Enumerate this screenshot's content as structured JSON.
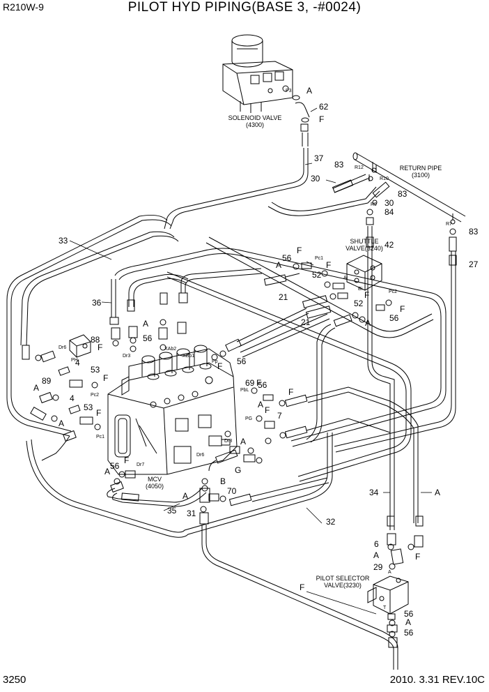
{
  "header": {
    "model": "R210W-9",
    "title": "PILOT HYD PIPING(BASE 3, -#0024)"
  },
  "footer": {
    "page": "3250",
    "revision": "2010. 3.31  REV.10C"
  },
  "components": {
    "solenoid_valve": [
      "SOLENOID VALVE",
      "(4300)"
    ],
    "return_pipe": [
      "RETURN PIPE",
      "(3100)"
    ],
    "shuttle_valve": [
      "SHUTTLE",
      "VALVE(3240)"
    ],
    "mcv": [
      "MCV",
      "(4050)"
    ],
    "pilot_selector_valve": [
      "PILOT SELECTOR",
      "VALVE(3230)"
    ]
  },
  "callouts": [
    "A",
    "62",
    "F",
    "37",
    "83",
    "30",
    "83",
    "30",
    "84",
    "42",
    "83",
    "27",
    "33",
    "56",
    "F",
    "A",
    "52",
    "F",
    "52",
    "F",
    "21",
    "21",
    "A",
    "56",
    "F",
    "36",
    "A",
    "56",
    "88",
    "F",
    "56",
    "F",
    "4",
    "53",
    "F",
    "89",
    "A",
    "4",
    "53",
    "F",
    "A",
    "56",
    "F",
    "F",
    "A",
    "56",
    "F",
    "69",
    "F",
    "A",
    "7",
    "A",
    "G",
    "B",
    "70",
    "A",
    "31",
    "35",
    "32",
    "34",
    "A",
    "6",
    "A",
    "F",
    "29",
    "F",
    "56",
    "A",
    "56",
    "A"
  ],
  "port_labels": [
    "P3",
    "R12",
    "R10",
    "R9",
    "R7",
    "Pc1",
    "Pc2",
    "Ai",
    "Bi",
    "PH",
    "Dr6",
    "Dr3",
    "XAb2",
    "XBb1",
    "Pp",
    "Pc2",
    "Pc1",
    "Dr7",
    "Dr6",
    "Dr8",
    "PbL",
    "PG",
    "A",
    "T"
  ]
}
